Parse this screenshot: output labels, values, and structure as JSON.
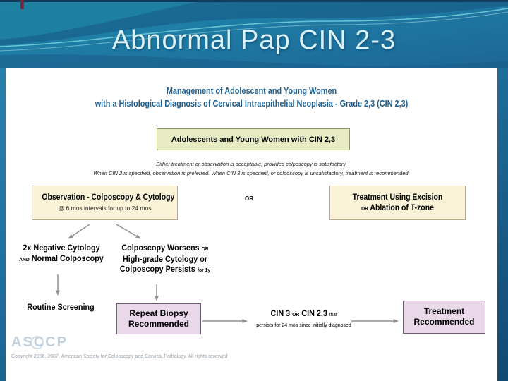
{
  "slide": {
    "title": "Abnormal Pap CIN 2-3"
  },
  "flowchart": {
    "header": {
      "line1": "Management of Adolescent and Young Women",
      "line2": "with a Histological Diagnosis of Cervical Intraepithelial Neoplasia - Grade 2,3 (CIN 2,3)"
    },
    "entry_box": "Adolescents and Young Women with CIN 2,3",
    "notes": {
      "line1": "Either treatment or observation is acceptable, provided colposcopy is satisfactory.",
      "line2": "When CIN 2 is specified, observation is preferred. When CIN 3 is specified, or colposcopy is unsatisfactory, treatment is recommended."
    },
    "observation_box": {
      "title": "Observation - Colposcopy & Cytology",
      "subtitle": "@ 6 mos intervals for up to 24 mos"
    },
    "or_connector": "OR",
    "excision_box": {
      "line1": "Treatment Using Excision",
      "or": "OR",
      "line2": "Ablation of T-zone"
    },
    "negative_branch": {
      "line1": "2x Negative Cytology",
      "and": "AND",
      "line2": "Normal Colposcopy"
    },
    "worsens_branch": {
      "line1": "Colposcopy Worsens",
      "or": "OR",
      "line2": "High-grade Cytology or",
      "line3": "Colposcopy Persists",
      "line3_suffix": "for 1y"
    },
    "routine_screening": "Routine Screening",
    "repeat_biopsy_box": {
      "line1": "Repeat Biopsy",
      "line2": "Recommended"
    },
    "cin3_node": {
      "bold1": "CIN 3",
      "or": "OR",
      "bold2": "CIN 2,3",
      "suffix": "that",
      "line2": "persists for 24 mos since initially diagnosed"
    },
    "treatment_box": {
      "line1": "Treatment",
      "line2": "Recommended"
    },
    "logo": "ASCCP",
    "copyright": "Copyright 2006, 2007, American Society for Colposcopy and Cervical Pathology. All rights reserved"
  },
  "colors": {
    "background_top": "#2b87ae",
    "background_bottom": "#114a74",
    "title_text": "#dbf2f8",
    "diagram_header_text": "#1a6094",
    "entry_box_fill": "#e7ebc3",
    "entry_box_border": "#8d9254",
    "cream_box_fill": "#faf3d8",
    "cream_box_border": "#b5ab85",
    "pink_box_fill": "#e9d9e9",
    "pink_box_border": "#6e5a74",
    "arrow": "#919191"
  }
}
